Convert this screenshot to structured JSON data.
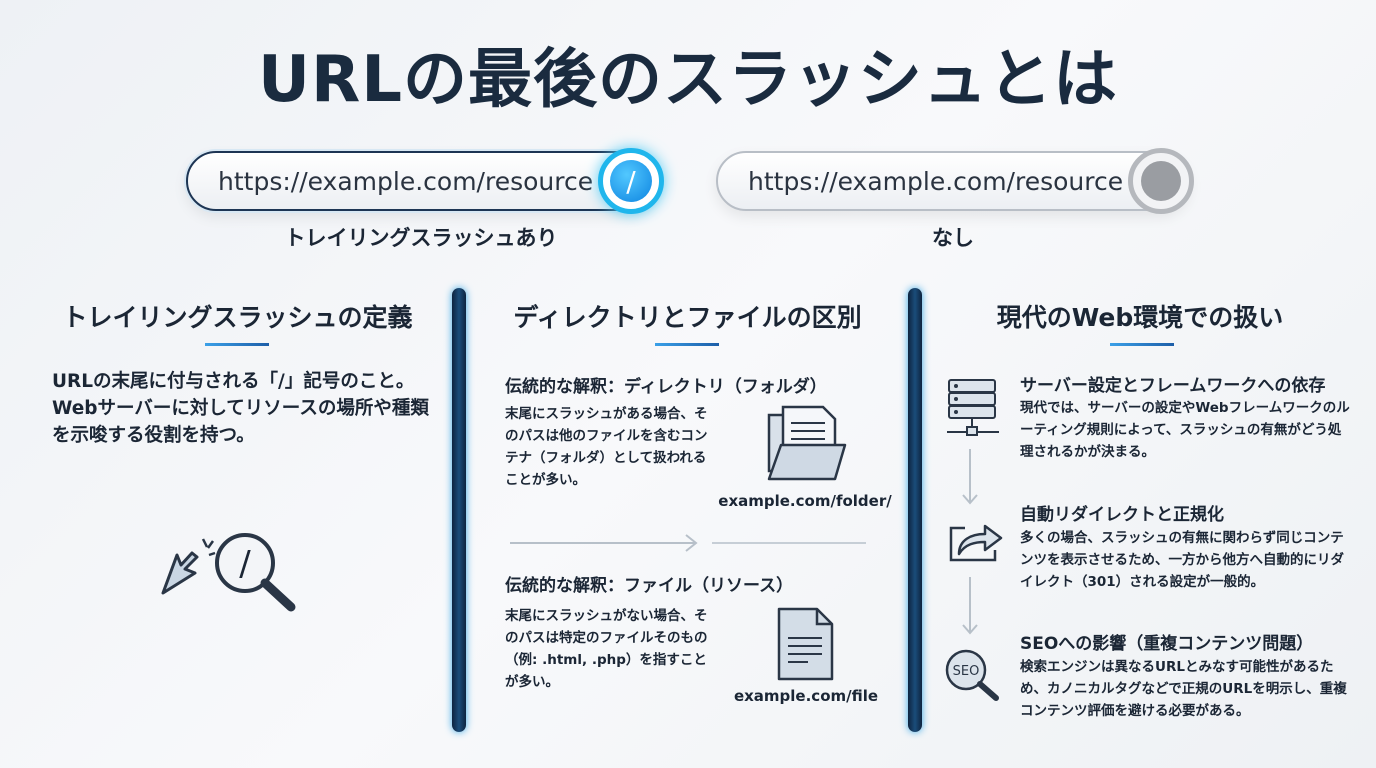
{
  "title": "URLの最後のスラッシュとは",
  "comparison": {
    "with": {
      "url": "https://example.com/resource",
      "slash": "/",
      "label": "トレイリングスラッシュあり",
      "accent": "#1fb6ec"
    },
    "without": {
      "url": "https://example.com/resource",
      "label": "なし",
      "accent": "#9a9da2"
    }
  },
  "columns": [
    {
      "heading": "トレイリングスラッシュの定義",
      "body": "URLの末尾に付与される「/」記号のこと。Webサーバーに対してリソースの場所や種類を示唆する役割を持つ。",
      "icon": "cursor-magnifier-slash-icon",
      "icon_text": "/"
    },
    {
      "heading": "ディレクトリとファイルの区別",
      "items": [
        {
          "subheading": "伝統的な解釈：ディレクトリ（フォルダ）",
          "body": "末尾にスラッシュがある場合、そのパスは他のファイルを含むコンテナ（フォルダ）として扱われることが多い。",
          "icon": "folder-icon",
          "example": "example.com/folder/"
        },
        {
          "subheading": "伝統的な解釈：ファイル（リソース）",
          "body": "末尾にスラッシュがない場合、そのパスは特定のファイルそのもの（例: .html, .php）を指すことが多い。",
          "icon": "file-icon",
          "example": "example.com/file"
        }
      ]
    },
    {
      "heading": "現代のWeb環境での扱い",
      "items": [
        {
          "title": "サーバー設定とフレームワークへの依存",
          "body": "現代では、サーバーの設定やWebフレームワークのルーティング規則によって、スラッシュの有無がどう処理されるかが決まる。",
          "icon": "server-icon"
        },
        {
          "title": "自動リダイレクトと正規化",
          "body": "多くの場合、スラッシュの有無に関わらず同じコンテンツを表示させるため、一方から他方へ自動的にリダイレクト（301）される設定が一般的。",
          "icon": "redirect-icon"
        },
        {
          "title": "SEOへの影響（重複コンテンツ問題）",
          "body": "検索エンジンは異なるURLとみなす可能性があるため、カノニカルタグなどで正規のURLを明示し、重複コンテンツ評価を避ける必要がある。",
          "icon": "seo-magnifier-icon",
          "icon_text": "SEO"
        }
      ]
    }
  ]
}
